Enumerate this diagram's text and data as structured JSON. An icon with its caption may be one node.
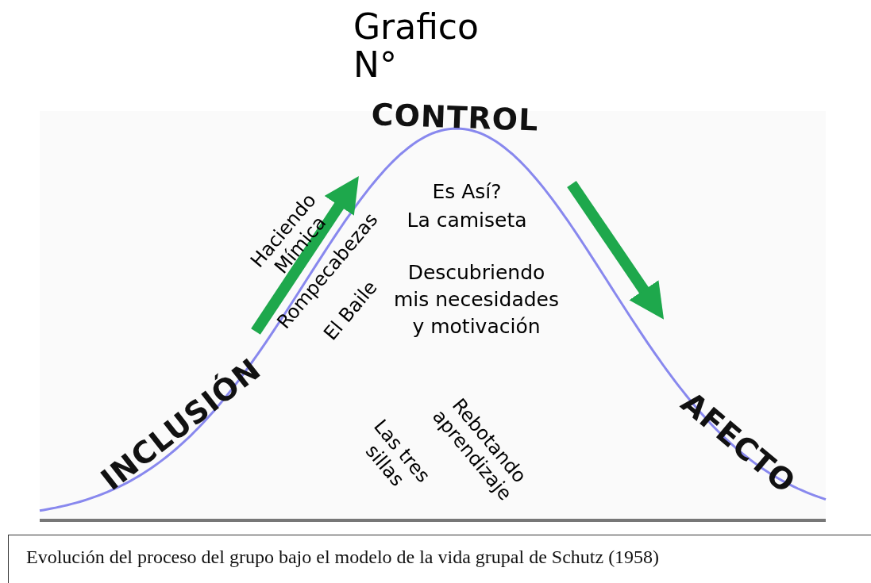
{
  "diagram": {
    "title": "Grafico N°",
    "caption": "Evolución del proceso del grupo bajo el modelo de la vida grupal de Schutz (1958)",
    "labels": [
      "CONTROL",
      "INCLUSIÓN",
      "AFECTO",
      "Haciendo Mímica",
      "Rompecabezas",
      "El Baile",
      "Es Así?",
      "La camiseta",
      "Descubriendo mis necesidades y motivación",
      "Rebotando aprendizaje",
      "Las tres sillas"
    ]
  }
}
